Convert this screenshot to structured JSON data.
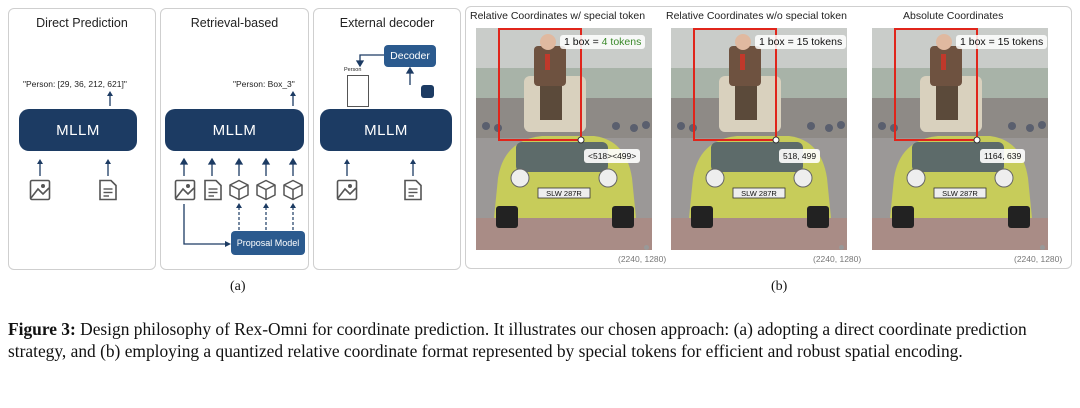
{
  "panel_a": {
    "direct": {
      "title": "Direct Prediction",
      "output": "\"Person: [29, 36, 212, 621]\"",
      "mllm": "MLLM"
    },
    "retrieval": {
      "title": "Retrieval-based",
      "output": "\"Person: Box_3\"",
      "mllm": "MLLM",
      "proposal": "Proposal Model"
    },
    "external": {
      "title": "External decoder",
      "mllm": "MLLM",
      "decoder": "Decoder",
      "person": "Person"
    },
    "label": "(a)"
  },
  "panel_b": {
    "cols": [
      {
        "title": "Relative Coordinates w/ special token",
        "badge_prefix": "1 box = ",
        "badge_value": "4 tokens",
        "coord": "<518><499>",
        "dims": "(2240, 1280)"
      },
      {
        "title": "Relative Coordinates w/o special token",
        "badge_prefix": "1 box = ",
        "badge_value": "15 tokens",
        "coord": "518, 499",
        "dims": "(2240, 1280)"
      },
      {
        "title": "Absolute Coordinates",
        "badge_prefix": "1 box = ",
        "badge_value": "15 tokens",
        "coord": "1164, 639",
        "dims": "(2240, 1280)"
      }
    ],
    "plate": "SLW 287R",
    "label": "(b)"
  },
  "caption": {
    "prefix": "Figure 3:",
    "text": " Design philosophy of Rex-Omni for coordinate prediction. It illustrates our chosen approach: (a) adopting a direct coordinate prediction strategy, and (b) employing a quantized relative coordinate format represented by special tokens for efficient and robust spatial encoding."
  },
  "colors": {
    "mllm": "#1c3b63",
    "proposal": "#2b5a8e",
    "box": "#e0251b",
    "green": "#3a8a2a"
  }
}
